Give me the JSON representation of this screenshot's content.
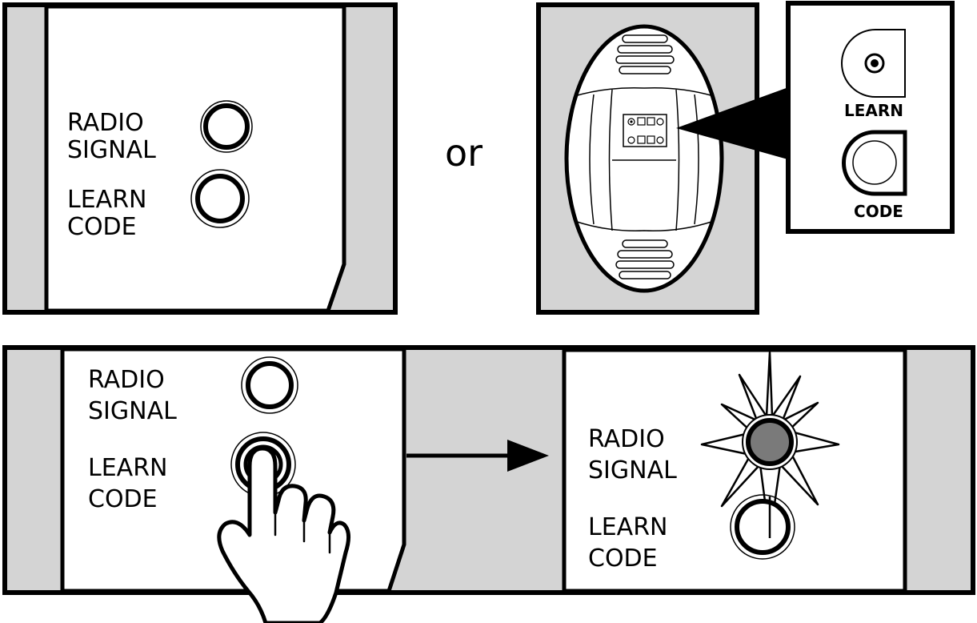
{
  "panel_a": {
    "radio_line1": "RADIO",
    "radio_line2": "SIGNAL",
    "learn_line1": "LEARN",
    "learn_line2": "CODE"
  },
  "separator": {
    "text": "or"
  },
  "panel_b": {
    "inset_learn": "LEARN",
    "inset_code": "CODE"
  },
  "panel_c": {
    "left": {
      "radio_line1": "RADIO",
      "radio_line2": "SIGNAL",
      "learn_line1": "LEARN",
      "learn_line2": "CODE"
    },
    "right": {
      "radio_line1": "RADIO",
      "radio_line2": "SIGNAL",
      "learn_line1": "LEARN",
      "learn_line2": "CODE"
    }
  },
  "colors": {
    "frame": "#000000",
    "panel_gray": "#d4d4d4",
    "lit_led": "#7a7a7a"
  }
}
